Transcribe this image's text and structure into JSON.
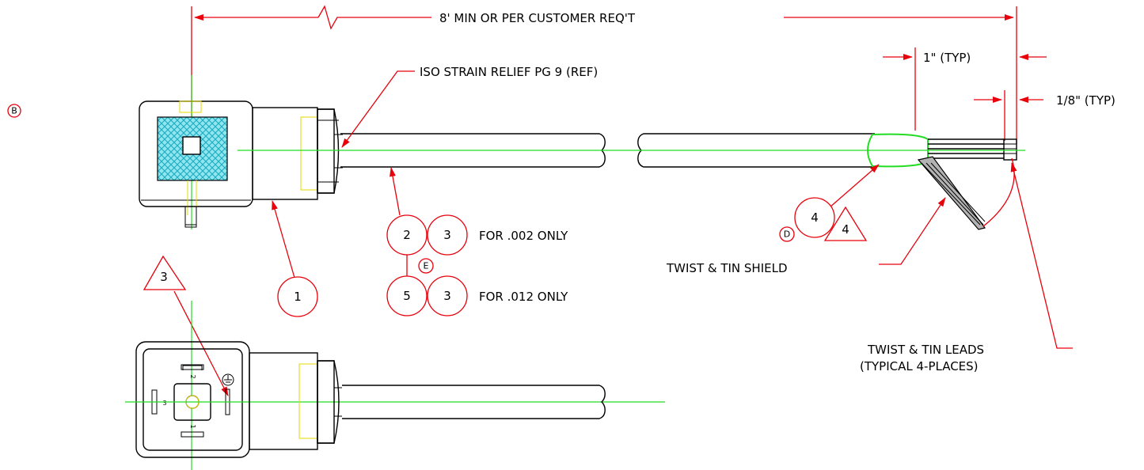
{
  "colors": {
    "dimension": "#e8000b",
    "outline": "#000000",
    "centerline": "#22dd22",
    "gasket": "#35c8d8",
    "hidden": "#e6d800"
  },
  "dimensions": {
    "overall_length": "8' MIN OR PER CUSTOMER REQ'T",
    "strip_length": "1\" (TYP)",
    "tin_length": "1/8\" (TYP)"
  },
  "notes": {
    "strain_relief": "ISO STRAIN RELIEF PG 9 (REF)",
    "shield": "TWIST & TIN SHIELD",
    "leads_line1": "TWIST & TIN LEADS",
    "leads_line2": "(TYPICAL 4-PLACES)",
    "option_002": "FOR .002 ONLY",
    "option_012": "FOR .012 ONLY"
  },
  "balloons": {
    "connector": "1",
    "cable_002": "2",
    "jacket_002": "3",
    "cable_012": "5",
    "jacket_012": "3",
    "shield_item": "4"
  },
  "flag_notes": {
    "face_view": "3",
    "shield": "4"
  },
  "revision_markers": {
    "b": "B",
    "d": "D",
    "e": "E"
  },
  "pin_labels": {
    "top": "2",
    "left": "3",
    "bottom": "1"
  },
  "icons": {
    "ground": "ground-symbol-icon"
  }
}
